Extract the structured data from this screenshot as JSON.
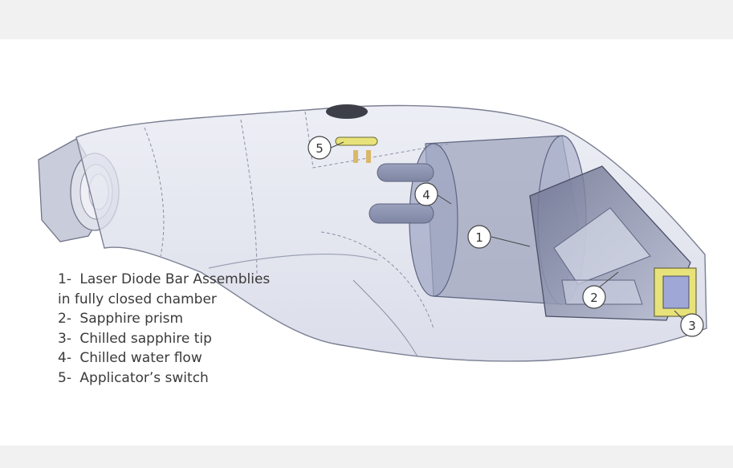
{
  "legend": {
    "items": [
      {
        "num": "1-",
        "text": "Laser Diode Bar Assemblies",
        "cont": "in fully closed chamber"
      },
      {
        "num": "2-",
        "text": "Sapphire prism"
      },
      {
        "num": "3-",
        "text": "Chilled sapphire tip"
      },
      {
        "num": "4-",
        "text": "Chilled water flow"
      },
      {
        "num": "5-",
        "text": "Applicator’s switch"
      }
    ]
  },
  "callouts": [
    "1",
    "2",
    "3",
    "4",
    "5"
  ],
  "colors": {
    "background_band": "#f1f1f1",
    "body_fill": "#d9dcea",
    "body_stroke": "#7a7f92",
    "internal_dark": "#8a90ab",
    "tip_yellow": "#e8e27a",
    "tip_blue": "#9fa7d6",
    "text": "#3a3a3a"
  }
}
